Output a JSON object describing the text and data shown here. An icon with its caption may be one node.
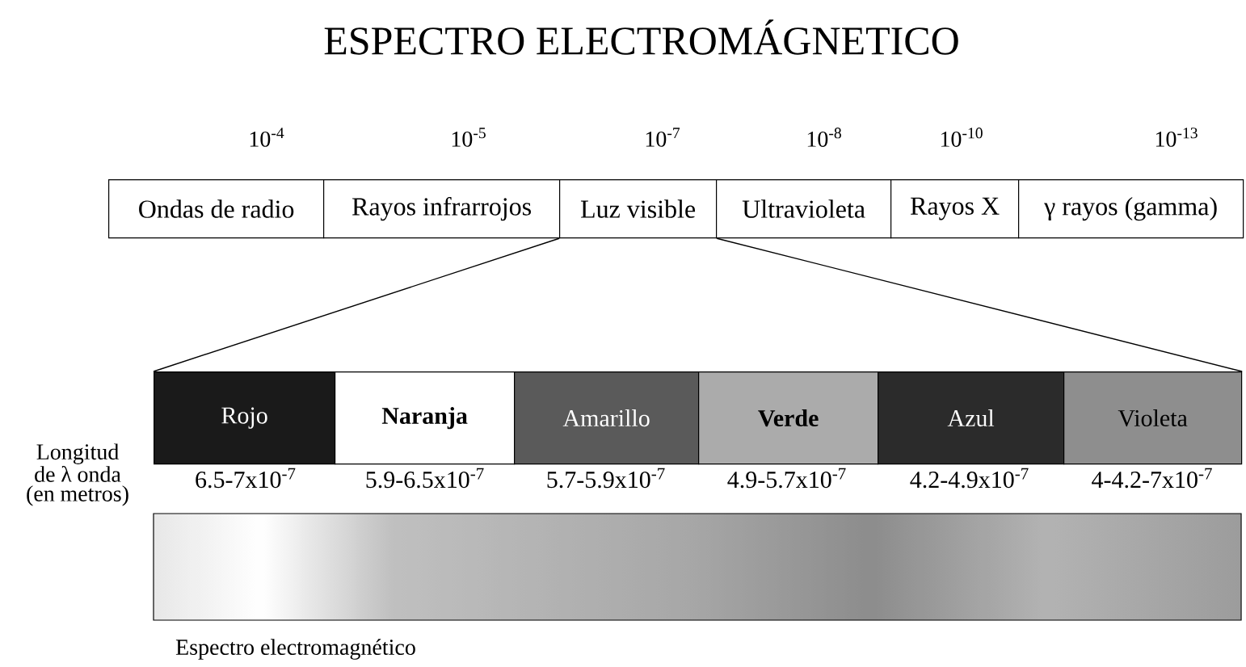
{
  "diagram": {
    "title": "ESPECTRO ELECTROMÁGNETICO",
    "nodes": [
      {
        "text": [
          "Ondas de radio"
        ]
      },
      {
        "text": [
          "Rayos infrarrojos"
        ]
      },
      {
        "text": [
          "Luz visible"
        ]
      },
      {
        "text": [
          "Ultravioleta"
        ]
      },
      {
        "text": [
          "Rayos X"
        ]
      },
      {
        "text": [
          "γ rayos (gamma)"
        ]
      },
      {
        "text": [
          "Rojo"
        ]
      },
      {
        "text": [
          "Naranja"
        ]
      },
      {
        "text": [
          "Amarillo"
        ]
      },
      {
        "text": [
          "Verde"
        ]
      },
      {
        "text": [
          "Azul"
        ]
      },
      {
        "text": [
          "Violeta"
        ]
      }
    ],
    "edges": [
      {
        "from": 2,
        "to": 6,
        "arrow": "none"
      },
      {
        "from": 2,
        "to": 11,
        "arrow": "none"
      }
    ],
    "labels": [
      "10$^{-4}$",
      "10$^{-5}$",
      "10$^{-7}$",
      "10$^{-8}$",
      "10$^{-10}$",
      "10$^{-13}$",
      "Longitud de λ onda (en metros)",
      "6.5-7x10$^{-7}$",
      "5.9-6.5x10$^{-7}$",
      "5.7-5.9x10$^{-7}$",
      "4.9-5.7x10$^{-7}$",
      "4.2-4.9x10$^{-7}$",
      "4-4.2-7x10$^{-7}$",
      "Espectro electromagnético"
    ]
  }
}
